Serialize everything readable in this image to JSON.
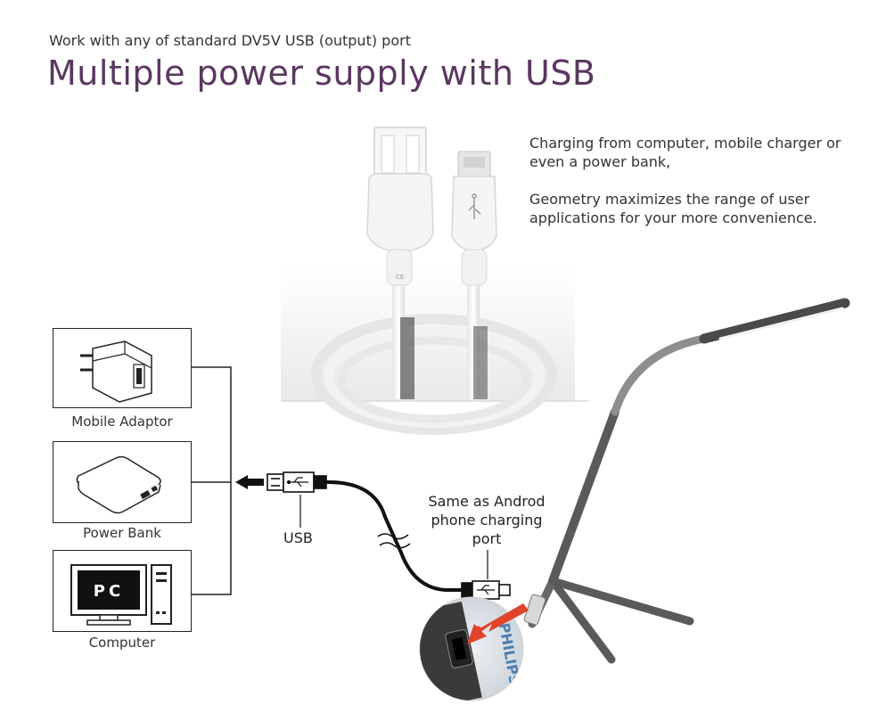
{
  "header": {
    "subtitle": "Work with any of standard DV5V USB (output) port",
    "title": "Multiple power supply with USB"
  },
  "description": {
    "line1": "Charging from computer, mobile charger or even a power bank,",
    "line2": "Geometry maximizes the range of user applications for your more convenience."
  },
  "sources": {
    "mobile_adaptor": "Mobile Adaptor",
    "power_bank": "Power Bank",
    "computer": "Computer",
    "pc_screen_text": "PC"
  },
  "cable": {
    "usb_label": "USB",
    "port_label": "Same as Androd phone charging port"
  },
  "colors": {
    "title": "#5a3760",
    "lamp_arm": "#5c5a58",
    "arrow": "#e0432c"
  }
}
